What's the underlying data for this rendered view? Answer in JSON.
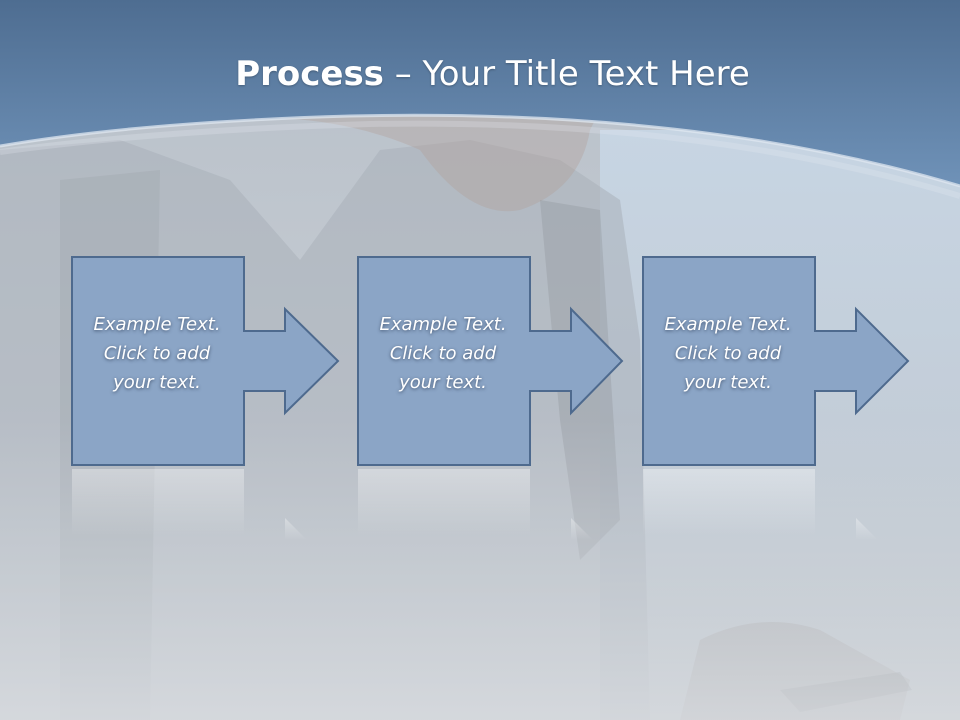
{
  "slide": {
    "title_bold": "Process",
    "title_rest": " – Your Title Text Here"
  },
  "steps": [
    {
      "line1": "Example Text.",
      "line2": "Click  to add",
      "line3": "your text."
    },
    {
      "line1": "Example Text.",
      "line2": "Click  to add",
      "line3": "your text."
    },
    {
      "line1": "Example Text.",
      "line2": "Click  to add",
      "line3": "your text."
    }
  ],
  "colors": {
    "header_blue": "#5a7fa8",
    "box_fill": "#8ba5c6",
    "box_stroke": "#4e6a8e",
    "text": "#ffffff"
  }
}
